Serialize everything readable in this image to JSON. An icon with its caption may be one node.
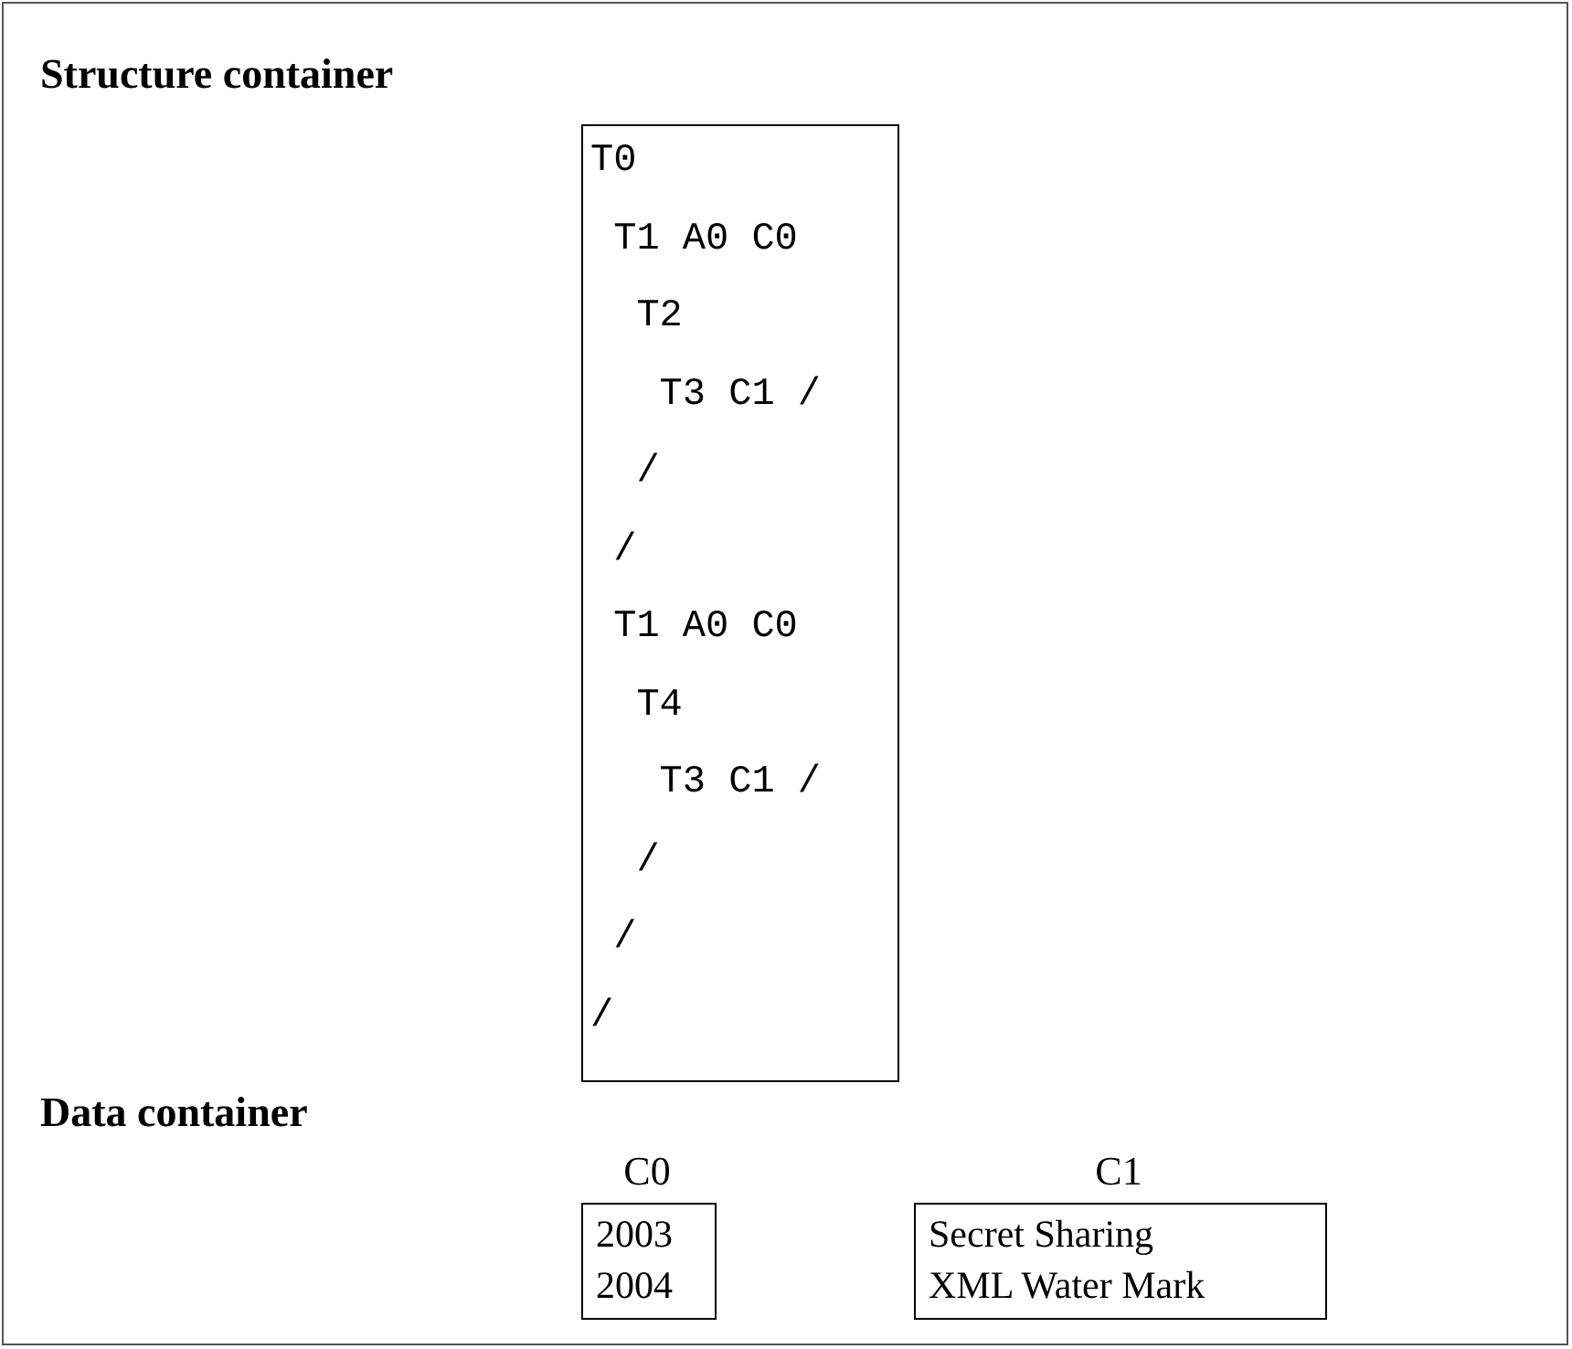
{
  "diagram": {
    "nodes": [
      {
        "text": [
          "T0",
          "T1 A0 C0",
          "T2",
          "T3 C1 /",
          "/",
          "/",
          "T1 A0 C0",
          "T4",
          "T3 C1 /",
          "/",
          "/",
          "/"
        ]
      },
      {
        "text": [
          "C0",
          "2003",
          "2004"
        ]
      },
      {
        "text": [
          "C1",
          "Secret Sharing",
          "XML Water Mark"
        ]
      }
    ],
    "edges": [],
    "labels": [
      "Structure container",
      "Data container"
    ]
  }
}
